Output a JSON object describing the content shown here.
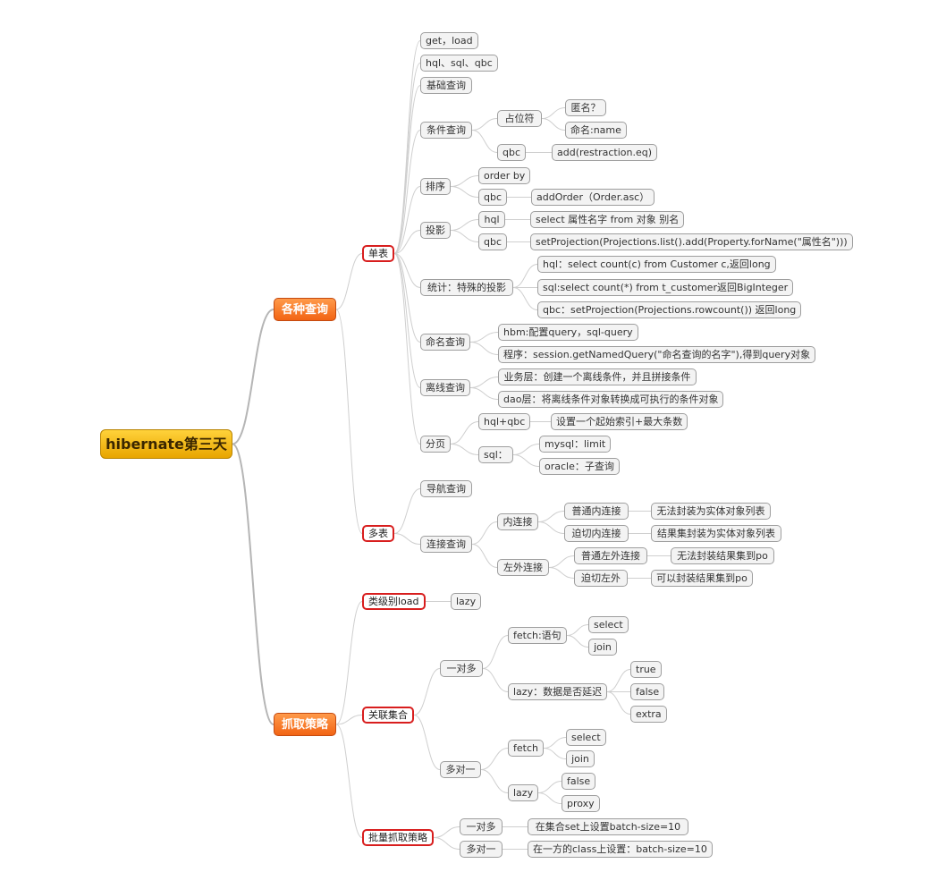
{
  "root": {
    "label": "hibernate第三天"
  },
  "main1": {
    "label": "各种查询"
  },
  "main2": {
    "label": "抓取策略"
  },
  "single": {
    "label": "单表",
    "get_load": "get，load",
    "hql_sql_qbc": "hql、sql、qbc",
    "basic": "基础查询",
    "condition": {
      "label": "条件查询",
      "placeholder": {
        "label": "占位符",
        "anon": "匿名？",
        "named": "命名:name"
      },
      "qbc": {
        "label": "qbc",
        "detail": "add(restraction.eq)"
      }
    },
    "sort": {
      "label": "排序",
      "order_by": "order by",
      "qbc": "qbc",
      "qbc_detail": "addOrder（Order.asc）"
    },
    "projection": {
      "label": "投影",
      "hql": "hql",
      "hql_detail": "select 属性名字  from  对象  别名",
      "qbc": "qbc",
      "qbc_detail": "setProjection(Projections.list().add(Property.forName(\"属性名\")))"
    },
    "stats": {
      "label": "统计：特殊的投影",
      "hql": "hql：select count(c) from Customer c,返回long",
      "sql": "sql:select count(*) from t_customer返回BigInteger",
      "qbc": "qbc：setProjection(Projections.rowcount()) 返回long"
    },
    "named": {
      "label": "命名查询",
      "hbm": "hbm:配置query，sql-query",
      "program": "程序：session.getNamedQuery(\"命名查询的名字\"),得到query对象"
    },
    "offline": {
      "label": "离线查询",
      "service": "业务层：创建一个离线条件，并且拼接条件",
      "dao": "dao层：将离线条件对象转换成可执行的条件对象"
    },
    "paging": {
      "label": "分页",
      "hql_qbc": "hql+qbc",
      "hql_qbc_detail": "设置一个起始索引+最大条数",
      "sql": "sql：",
      "mysql": "mysql：limit",
      "oracle": "oracle：子查询"
    }
  },
  "multi": {
    "label": "多表",
    "nav": "导航查询",
    "join": {
      "label": "连接查询",
      "inner": {
        "label": "内连接",
        "normal": "普通内连接",
        "normal_detail": "无法封装为实体对象列表",
        "fetch": "迫切内连接",
        "fetch_detail": "结果集封装为实体对象列表"
      },
      "outer": {
        "label": "左外连接",
        "normal": "普通左外连接",
        "normal_detail": "无法封装结果集到po",
        "fetch": "迫切左外",
        "fetch_detail": "可以封装结果集到po"
      }
    }
  },
  "class_load": {
    "label": "类级别load",
    "lazy": "lazy"
  },
  "assoc": {
    "label": "关联集合",
    "one_many": {
      "label": "一对多",
      "fetch": "fetch:语句",
      "select": "select",
      "join": "join",
      "lazy": "lazy：数据是否延迟",
      "true": "true",
      "false": "false",
      "extra": "extra"
    },
    "many_one": {
      "label": "多对一",
      "fetch": "fetch",
      "select": "select",
      "join": "join",
      "lazy": "lazy",
      "false": "false",
      "proxy": "proxy"
    }
  },
  "batch": {
    "label": "批量抓取策略",
    "one_many": "一对多",
    "one_many_detail": "在集合set上设置batch-size=10",
    "many_one": "多对一",
    "many_one_detail": "在一方的class上设置：batch-size=10"
  }
}
